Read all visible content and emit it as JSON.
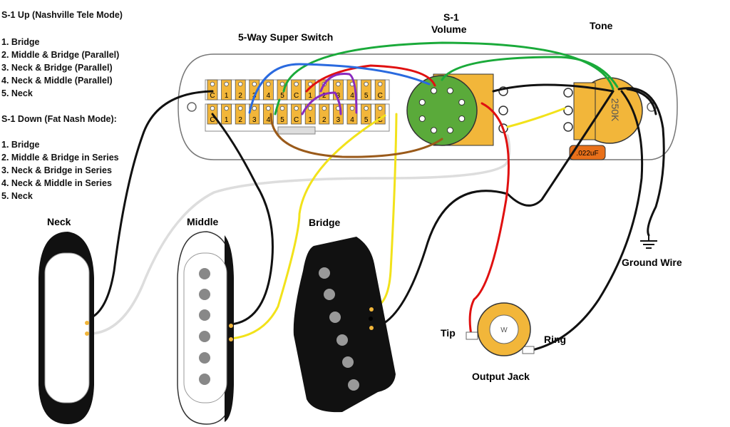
{
  "legend": {
    "up_title": "S-1 Up (Nashville Tele Mode)",
    "up_items": [
      "1. Bridge",
      "2. Middle & Bridge (Parallel)",
      "3. Neck & Bridge (Parallel)",
      "4. Neck & Middle (Parallel)",
      "5. Neck"
    ],
    "down_title": "S-1 Down (Fat Nash Mode):",
    "down_items": [
      "1. Bridge",
      "2. Middle & Bridge in Series",
      "3. Neck & Bridge in Series",
      "4. Neck & Middle in Series",
      "5. Neck"
    ]
  },
  "labels": {
    "switch": "5-Way Super Switch",
    "s1_line1": "S-1",
    "s1_line2": "Volume",
    "tone": "Tone",
    "neck": "Neck",
    "middle": "Middle",
    "bridge": "Bridge",
    "ground": "Ground Wire",
    "tip": "Tip",
    "ring": "Ring",
    "jack": "Output Jack",
    "pot_value": "250K",
    "cap_value": ".022uF",
    "jack_letter": "W"
  },
  "switch_terminals": {
    "top_row": [
      "C",
      "1",
      "2",
      "3",
      "4",
      "5",
      "C",
      "1",
      "2",
      "3",
      "4",
      "5",
      "C"
    ],
    "bottom_row": [
      "C",
      "1",
      "2",
      "3",
      "4",
      "5",
      "C",
      "1",
      "2",
      "3",
      "4",
      "5",
      "C"
    ]
  },
  "colors": {
    "plate": "#ffffff",
    "terminal": "#f2b63a",
    "s1_pot": "#5aaa3a",
    "tone_pot": "#f2b63a",
    "cap": "#e8701a",
    "jack": "#f2b63a",
    "wire_black": "#111111",
    "wire_white": "#dddddd",
    "wire_yellow": "#f2e21a",
    "wire_red": "#e01010",
    "wire_green": "#1aaa3a",
    "wire_blue": "#2a6adf",
    "wire_purple": "#8a2abf",
    "wire_brown": "#9a5a1a"
  }
}
